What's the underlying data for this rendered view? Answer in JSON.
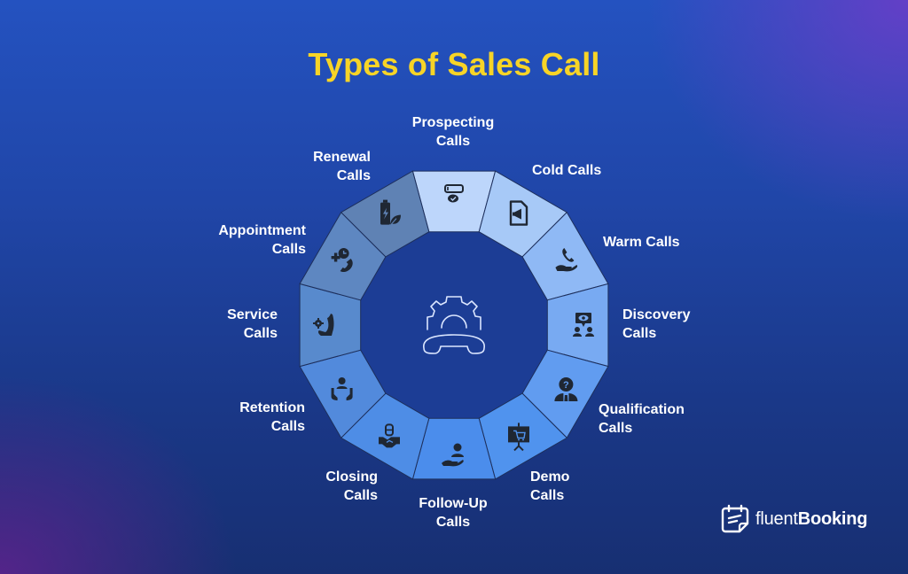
{
  "title": "Types of Sales Call",
  "colors": {
    "title": "#f7d427",
    "label": "#ffffff",
    "icon": "#1f2733",
    "center_fill": "#1c3d95",
    "center_icon_stroke": "#dbe6ff"
  },
  "center": {
    "icon": "phone-gear-icon"
  },
  "segments": [
    {
      "id": "prospecting",
      "line1": "Prospecting",
      "line2": "Calls",
      "icon": "id-card-check-icon",
      "color": "#bdd6fb"
    },
    {
      "id": "cold",
      "line1": "Cold Calls",
      "line2": "",
      "icon": "document-megaphone-icon",
      "color": "#a7c9f7"
    },
    {
      "id": "warm",
      "line1": "Warm Calls",
      "line2": "",
      "icon": "hand-phone-icon",
      "color": "#8fb9f5"
    },
    {
      "id": "discovery",
      "line1": "Discovery",
      "line2": "Calls",
      "icon": "people-eye-bubble-icon",
      "color": "#78aaf2"
    },
    {
      "id": "qualification",
      "line1": "Qualification",
      "line2": "Calls",
      "icon": "person-question-icon",
      "color": "#619cf0"
    },
    {
      "id": "demo",
      "line1": "Demo",
      "line2": "Calls",
      "icon": "presentation-cart-icon",
      "color": "#5093ee"
    },
    {
      "id": "follow-up",
      "line1": "Follow-Up",
      "line2": "Calls",
      "icon": "hand-person-icon",
      "color": "#4b8dec"
    },
    {
      "id": "closing",
      "line1": "Closing",
      "line2": "Calls",
      "icon": "handshake-building-icon",
      "color": "#4e8de6"
    },
    {
      "id": "retention",
      "line1": "Retention",
      "line2": "Calls",
      "icon": "hands-person-icon",
      "color": "#528adc"
    },
    {
      "id": "service",
      "line1": "Service",
      "line2": "Calls",
      "icon": "hand-gear-icon",
      "color": "#588acd"
    },
    {
      "id": "appointment",
      "line1": "Appointment",
      "line2": "Calls",
      "icon": "phone-clock-plus-icon",
      "color": "#5e87c1"
    },
    {
      "id": "renewal",
      "line1": "Renewal",
      "line2": "Calls",
      "icon": "battery-leaf-icon",
      "color": "#5f82b4"
    }
  ],
  "logo": {
    "light": "fluent",
    "bold": "Booking",
    "icon": "calendar-note-icon"
  }
}
